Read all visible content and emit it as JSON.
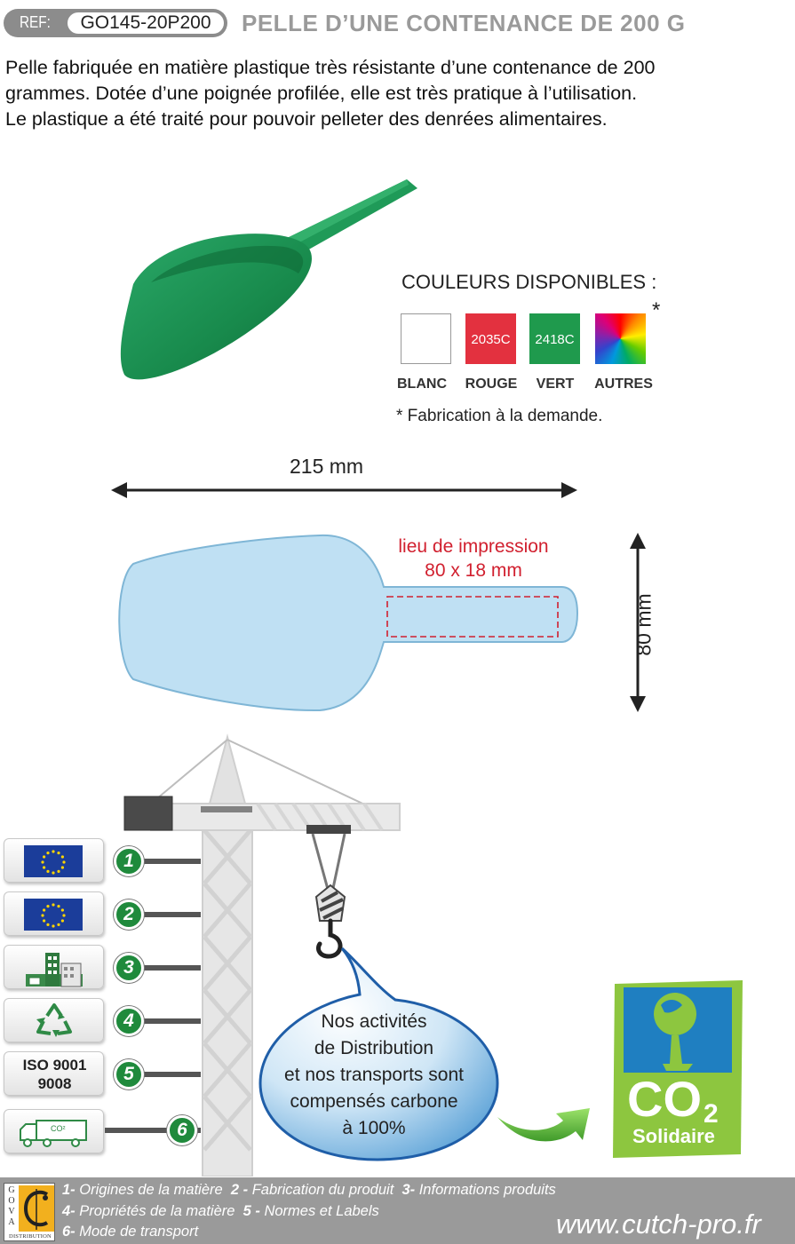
{
  "header": {
    "ref_label": "REF:",
    "ref_code": "GO145-20P200",
    "title": "PELLE D’UNE CONTENANCE DE 200 G"
  },
  "description": {
    "lines": [
      "Pelle fabriquée en matière plastique très résistante d’une contenance de 200",
      "grammes. Dotée d’une poignée profilée, elle est très pratique à l’utilisation.",
      "Le plastique a été traité pour pouvoir pelleter des denrées alimentaires."
    ]
  },
  "colors": {
    "title": "COULEURS DISPONIBLES :",
    "asterisk": "*",
    "swatches": [
      {
        "code": "",
        "label": "BLANC",
        "color": "#ffffff"
      },
      {
        "code": "2035C",
        "label": "ROUGE",
        "color": "#e3313f"
      },
      {
        "code": "2418C",
        "label": "VERT",
        "color": "#1f9a4d"
      },
      {
        "code": "",
        "label": "AUTRES",
        "color": "rainbow"
      }
    ],
    "note": "* Fabrication à la demande."
  },
  "dimensions": {
    "width": "215 mm",
    "height": "80 mm",
    "print_area_line1": "lieu de impression",
    "print_area_line2": "80 x 18 mm"
  },
  "labels": {
    "numbers": [
      "1",
      "2",
      "3",
      "4",
      "5",
      "6"
    ],
    "iso_line1": "ISO 9001",
    "iso_line2": "9008",
    "truck_co2": "CO²",
    "icons": [
      "eu-flag-icon",
      "eu-flag-icon",
      "factory-icon",
      "recycle-icon",
      "iso-badge",
      "truck-icon"
    ]
  },
  "bubble": {
    "lines": [
      "Nos activités",
      "de Distribution",
      "et nos transports sont",
      "compensés carbone",
      "à 100%"
    ]
  },
  "co2_badge": {
    "co": "CO",
    "sub": "2",
    "solidaire": "Solidaire"
  },
  "footer": {
    "logo_letters": [
      "G",
      "O",
      "V",
      "A"
    ],
    "logo_bottom": "DISTRIBUTION",
    "legend": [
      {
        "n": "1-",
        "t": " Origines de la matière",
        "n2": "2 -",
        "t2": " Fabrication du produit",
        "n3": "3-",
        "t3": " Informations produits"
      },
      {
        "n": "4-",
        "t": " Propriétés de la matière",
        "n2": "5 -",
        "t2": " Normes et Labels"
      },
      {
        "n": "6-",
        "t": " Mode de transport"
      }
    ],
    "website": "www.cutch-pro.fr"
  },
  "theme": {
    "accent_green": "#1f8a3c",
    "scoop_green": "#1a9255",
    "outline_blue": "#b9dcf0",
    "print_red": "#d1202f",
    "footer_gray": "#9a9a9a"
  }
}
